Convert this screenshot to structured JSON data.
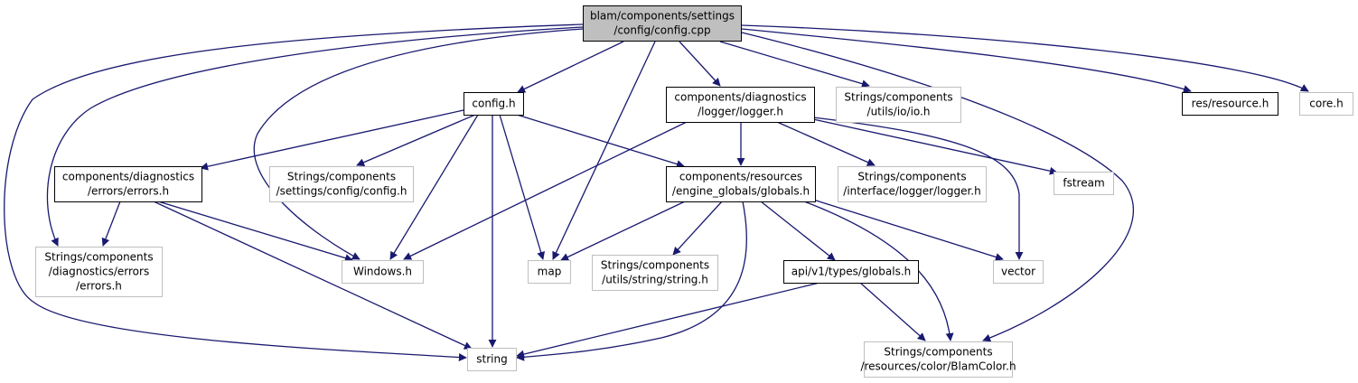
{
  "diagram": {
    "kind": "include dependency graph",
    "colors": {
      "root_fill": "#bfbfbf",
      "node_border_documented": "#000000",
      "node_border_external": "#bfbfbf",
      "edge": "#191970",
      "background": "#ffffff"
    },
    "nodes": [
      {
        "id": "config_cpp",
        "lines": [
          "blam/components/settings",
          "/config/config.cpp"
        ],
        "style": "root"
      },
      {
        "id": "config_h",
        "lines": [
          "config.h"
        ],
        "style": "documented"
      },
      {
        "id": "logger_h",
        "lines": [
          "components/diagnostics",
          "/logger/logger.h"
        ],
        "style": "documented"
      },
      {
        "id": "strings_io",
        "lines": [
          "Strings/components",
          "/utils/io/io.h"
        ],
        "style": "external"
      },
      {
        "id": "resource_h",
        "lines": [
          "res/resource.h"
        ],
        "style": "documented"
      },
      {
        "id": "core_h",
        "lines": [
          "core.h"
        ],
        "style": "external"
      },
      {
        "id": "errors_h",
        "lines": [
          "components/diagnostics",
          "/errors/errors.h"
        ],
        "style": "documented"
      },
      {
        "id": "strings_config",
        "lines": [
          "Strings/components",
          "/settings/config/config.h"
        ],
        "style": "external"
      },
      {
        "id": "globals_h",
        "lines": [
          "components/resources",
          "/engine_globals/globals.h"
        ],
        "style": "documented"
      },
      {
        "id": "strings_logger",
        "lines": [
          "Strings/components",
          "/interface/logger/logger.h"
        ],
        "style": "external"
      },
      {
        "id": "fstream",
        "lines": [
          "fstream"
        ],
        "style": "external"
      },
      {
        "id": "strings_errors",
        "lines": [
          "Strings/components",
          "/diagnostics/errors",
          "/errors.h"
        ],
        "style": "external"
      },
      {
        "id": "windows_h",
        "lines": [
          "Windows.h"
        ],
        "style": "external"
      },
      {
        "id": "map",
        "lines": [
          "map"
        ],
        "style": "external"
      },
      {
        "id": "strings_string",
        "lines": [
          "Strings/components",
          "/utils/string/string.h"
        ],
        "style": "external"
      },
      {
        "id": "api_globals",
        "lines": [
          "api/v1/types/globals.h"
        ],
        "style": "documented"
      },
      {
        "id": "vector",
        "lines": [
          "vector"
        ],
        "style": "external"
      },
      {
        "id": "string",
        "lines": [
          "string"
        ],
        "style": "external"
      },
      {
        "id": "blamcolor",
        "lines": [
          "Strings/components",
          "/resources/color/BlamColor.h"
        ],
        "style": "external"
      }
    ],
    "edges": [
      {
        "from": "config_cpp",
        "to": "config_h"
      },
      {
        "from": "config_cpp",
        "to": "logger_h"
      },
      {
        "from": "config_cpp",
        "to": "strings_io"
      },
      {
        "from": "config_cpp",
        "to": "resource_h"
      },
      {
        "from": "config_cpp",
        "to": "core_h"
      },
      {
        "from": "config_cpp",
        "to": "map"
      },
      {
        "from": "config_cpp",
        "to": "windows_h"
      },
      {
        "from": "config_cpp",
        "to": "strings_errors"
      },
      {
        "from": "config_cpp",
        "to": "string"
      },
      {
        "from": "config_cpp",
        "to": "blamcolor"
      },
      {
        "from": "config_h",
        "to": "errors_h"
      },
      {
        "from": "config_h",
        "to": "strings_config"
      },
      {
        "from": "config_h",
        "to": "windows_h"
      },
      {
        "from": "config_h",
        "to": "string"
      },
      {
        "from": "config_h",
        "to": "map"
      },
      {
        "from": "config_h",
        "to": "globals_h"
      },
      {
        "from": "logger_h",
        "to": "windows_h"
      },
      {
        "from": "logger_h",
        "to": "globals_h"
      },
      {
        "from": "logger_h",
        "to": "strings_logger"
      },
      {
        "from": "logger_h",
        "to": "fstream"
      },
      {
        "from": "logger_h",
        "to": "vector"
      },
      {
        "from": "errors_h",
        "to": "strings_errors"
      },
      {
        "from": "errors_h",
        "to": "windows_h"
      },
      {
        "from": "errors_h",
        "to": "string"
      },
      {
        "from": "globals_h",
        "to": "map"
      },
      {
        "from": "globals_h",
        "to": "strings_string"
      },
      {
        "from": "globals_h",
        "to": "api_globals"
      },
      {
        "from": "globals_h",
        "to": "string"
      },
      {
        "from": "globals_h",
        "to": "blamcolor"
      },
      {
        "from": "globals_h",
        "to": "vector"
      },
      {
        "from": "api_globals",
        "to": "string"
      },
      {
        "from": "api_globals",
        "to": "blamcolor"
      }
    ]
  }
}
